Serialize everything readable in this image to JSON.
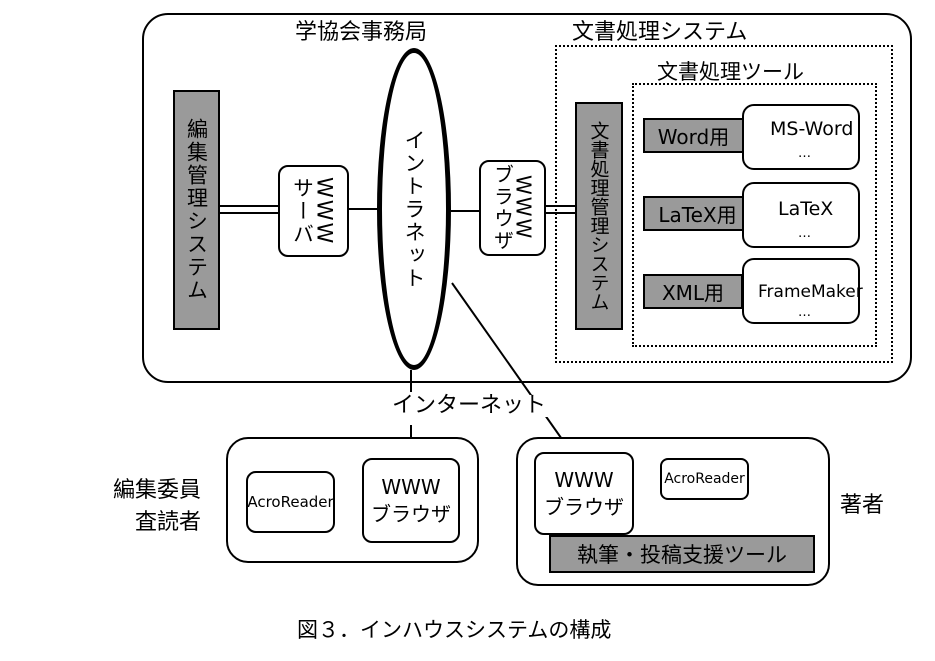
{
  "diagram": {
    "secretariat": {
      "title": "学協会事務局",
      "editing_system": "編集管理システム",
      "www_server_line1": "WWW",
      "www_server_line2": "サーバ",
      "intranet": "イントラネット",
      "www_browser_line1": "WWW",
      "www_browser_line2": "ブラウザ"
    },
    "doc_system": {
      "title": "文書処理システム",
      "manager": "文書処理管理システム",
      "tools_title": "文書処理ツール",
      "adapters": [
        "Word用",
        "LaTeX用",
        "XML用"
      ],
      "tools": [
        "MS-Word",
        "LaTeX",
        "FrameMaker"
      ],
      "ellipsis": "…"
    },
    "internet": "インターネット",
    "editors": {
      "label_line1": "編集委員",
      "label_line2": "査読者",
      "reader": "AcroReader",
      "browser_line1": "WWW",
      "browser_line2": "ブラウザ"
    },
    "authors": {
      "label": "著者",
      "browser_line1": "WWW",
      "browser_line2": "ブラウザ",
      "reader": "AcroReader",
      "tool": "執筆・投稿支援ツール"
    },
    "caption": "図３．インハウスシステムの構成"
  }
}
